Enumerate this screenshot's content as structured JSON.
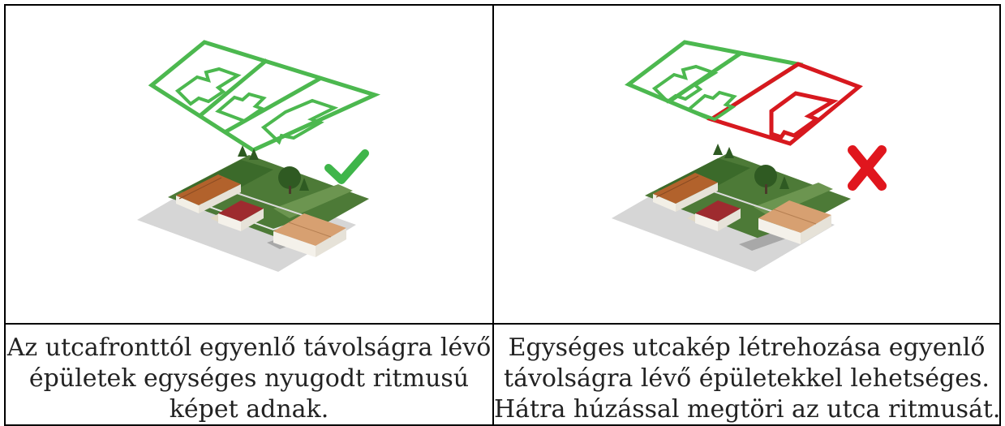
{
  "panels": [
    {
      "id": "correct",
      "indicator_icon": "check-icon",
      "indicator_color": "#3fb54a",
      "plot_colors": [
        "#4cb84f",
        "#4cb84f",
        "#4cb84f"
      ],
      "caption_lines": [
        "Az utcafronttól egyenlő távolságra lévő",
        "épületek egységes nyugodt ritmusú",
        "képet adnak."
      ]
    },
    {
      "id": "incorrect",
      "indicator_icon": "cross-icon",
      "indicator_color": "#e0161d",
      "plot_colors": [
        "#4cb84f",
        "#4cb84f",
        "#d7191f"
      ],
      "caption_lines": [
        "Egységes utcakép létrehozása egyenlő",
        "távolságra lévő épületekkel lehetséges.",
        "Hátra húzással megtöri az utca ritmusát."
      ]
    }
  ]
}
